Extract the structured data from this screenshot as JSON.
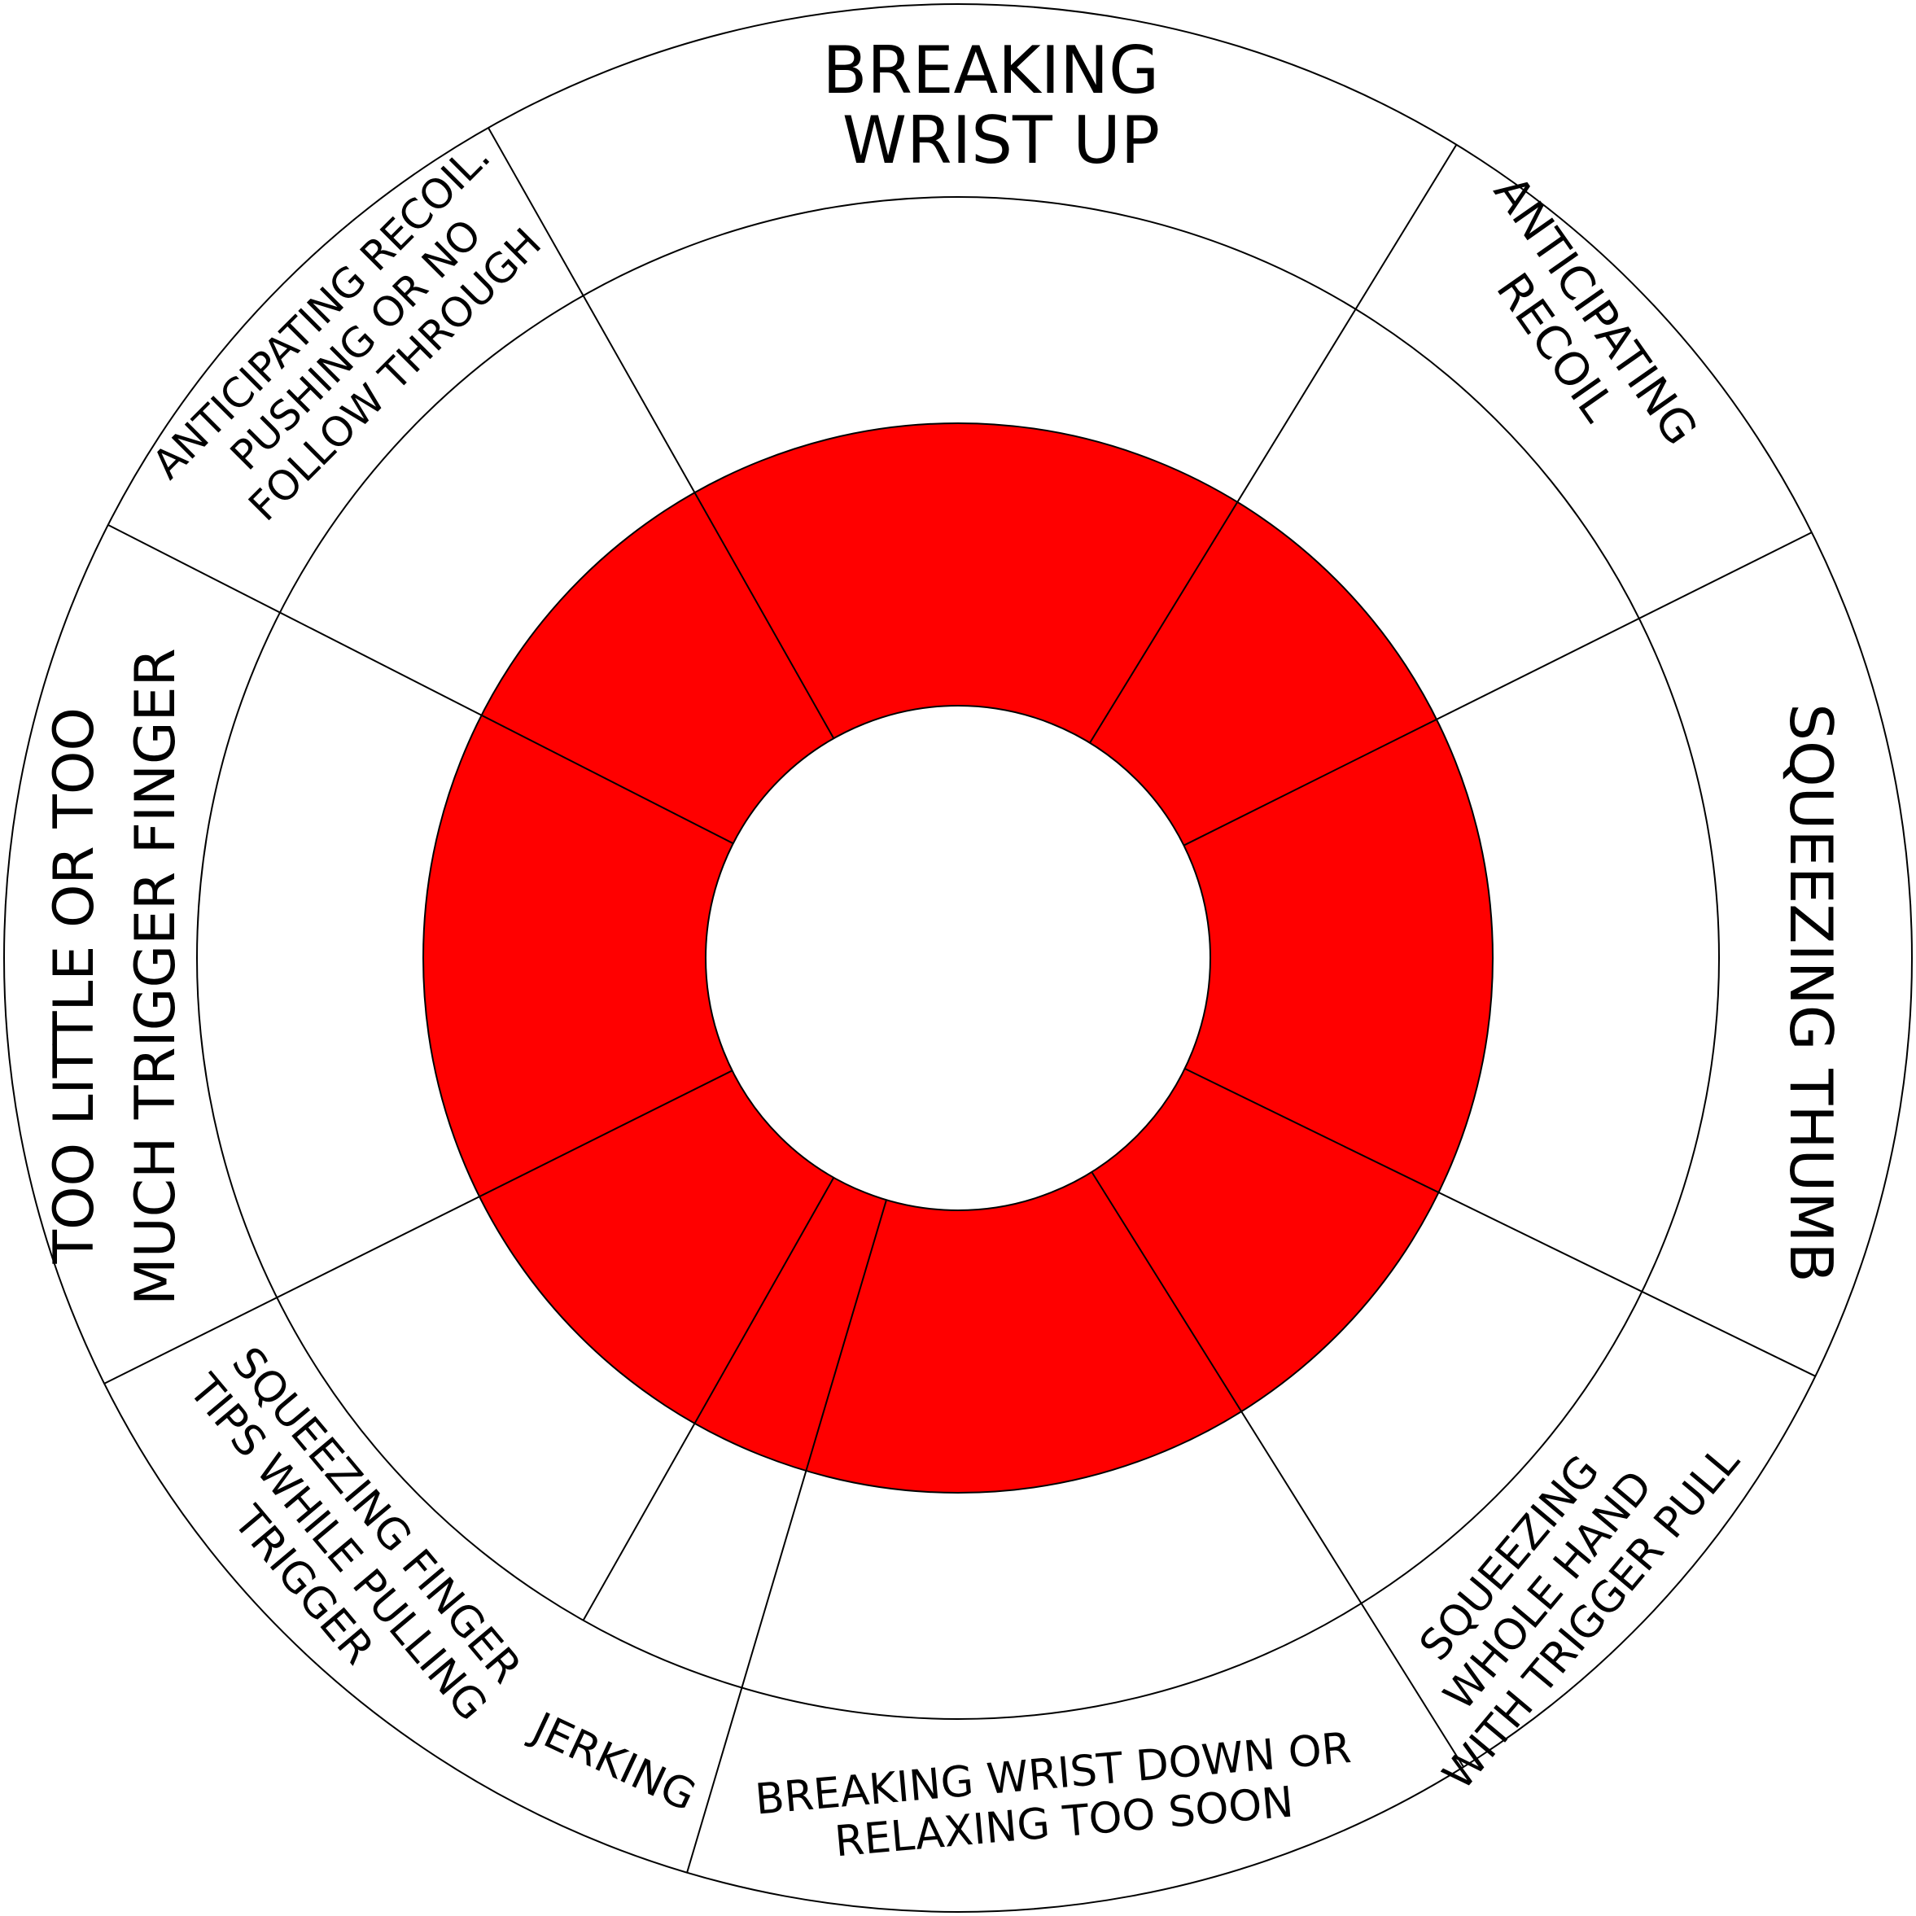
{
  "colors": {
    "ring": "#ff0000",
    "stroke": "#000000",
    "background": "#ffffff"
  },
  "segments": [
    {
      "id": "breaking-wrist-up",
      "lines": [
        "BREAKING",
        "WRIST UP"
      ]
    },
    {
      "id": "anticipating-recoil",
      "lines": [
        "ANTICIPATING",
        "RECOIL"
      ]
    },
    {
      "id": "squeezing-thumb",
      "lines": [
        "SQUEEZING THUMB"
      ]
    },
    {
      "id": "squeezing-whole-hand",
      "lines": [
        "SQUEEZING",
        "WHOLE HAND",
        "WITH TRIGGER PULL"
      ]
    },
    {
      "id": "breaking-wrist-down",
      "lines": [
        "BREAKING WRIST DOWN OR",
        "RELAXING TOO SOON"
      ]
    },
    {
      "id": "jerking",
      "lines": [
        "JERKING"
      ]
    },
    {
      "id": "squeezing-finger-tips",
      "lines": [
        "SQUEEZING FINGER",
        "TIPS WHILE PULLING",
        "TRIGGER"
      ]
    },
    {
      "id": "too-little-or-too-much",
      "lines": [
        "TOO LITTLE OR TOO",
        "MUCH TRIGGER FINGER"
      ]
    },
    {
      "id": "anticipating-recoil-pushing",
      "lines": [
        "ANTICIPATING RECOIL.",
        "PUSHING OR NO",
        "FOLLOW THROUGH"
      ]
    }
  ]
}
